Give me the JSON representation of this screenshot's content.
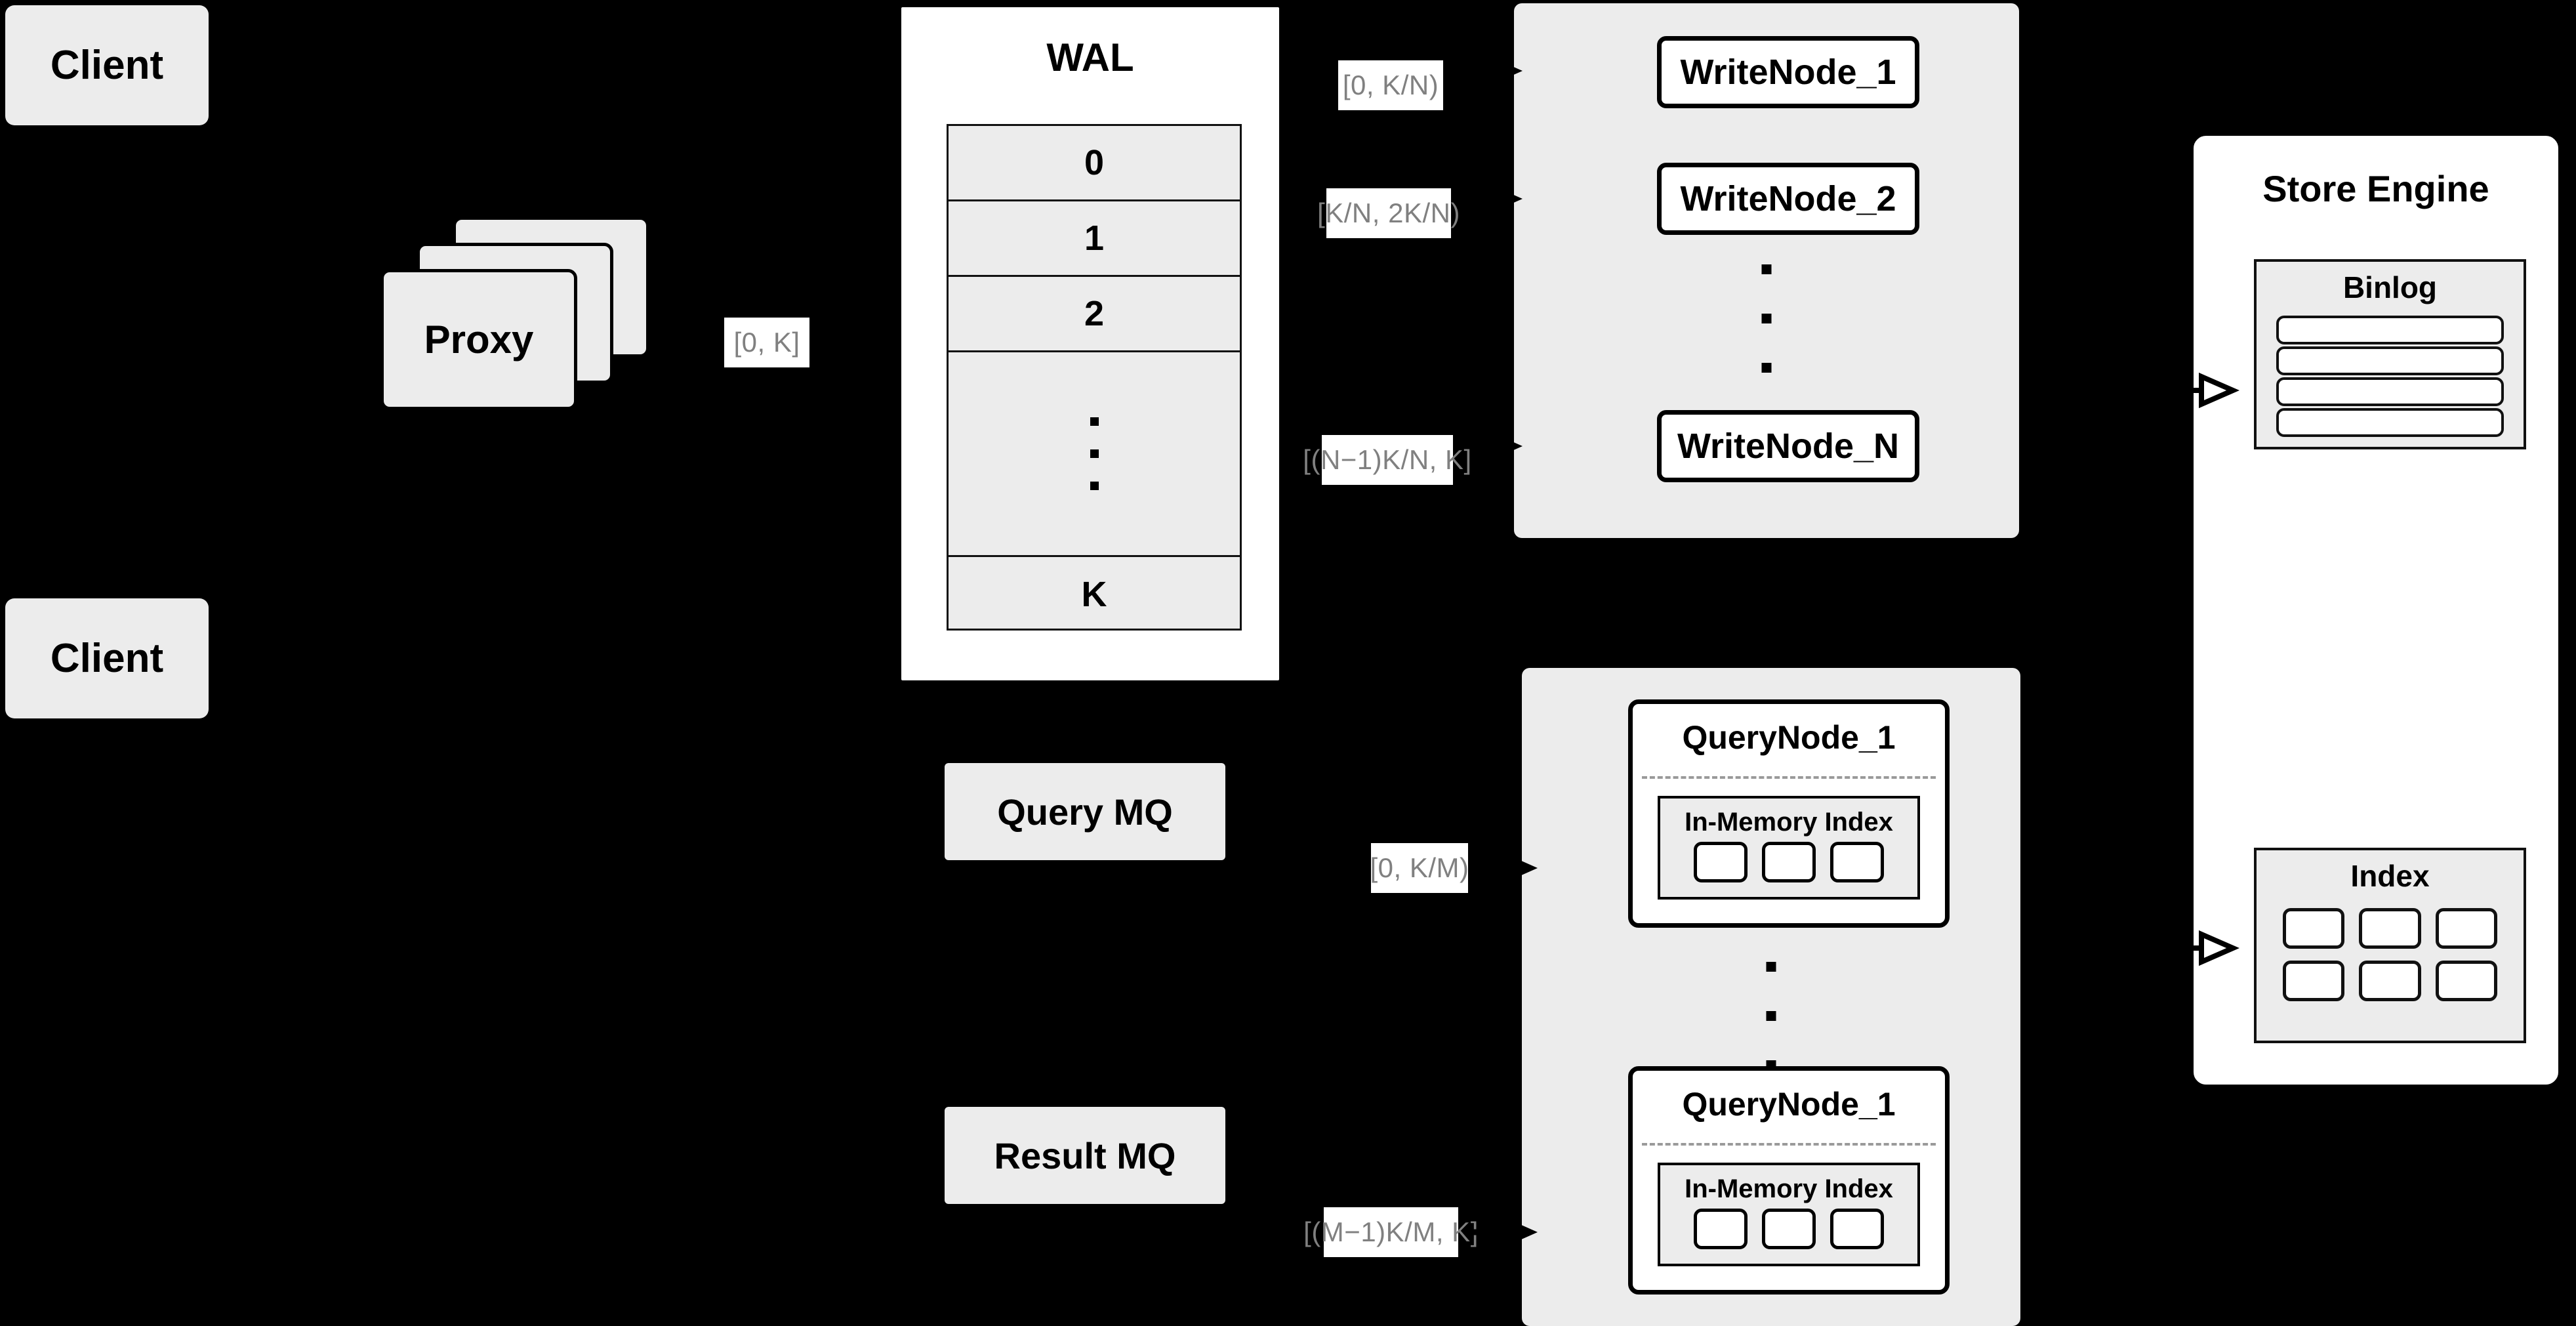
{
  "diagram": {
    "title": "Distributed Write/Query Architecture",
    "colors": {
      "background": "#000000",
      "surface_gray": "#ECECEC",
      "surface_white": "#FFFFFF",
      "stroke": "#000000",
      "label_text": "#808080",
      "divider_dashed": "#9A9A9A"
    }
  },
  "clients": [
    {
      "label": "Client"
    },
    {
      "label": "Client"
    }
  ],
  "proxy": {
    "label": "Proxy",
    "stack_count": 3,
    "out_range_label": "[0, K]"
  },
  "wal": {
    "title": "WAL",
    "rows": [
      "0",
      "1",
      "2"
    ],
    "ellipsis_dots": 3,
    "last_row": "K"
  },
  "write_cluster": {
    "nodes": [
      {
        "label": "WriteNode_1",
        "range_label": "[0,  K/N)"
      },
      {
        "label": "WriteNode_2",
        "range_label": "[K/N, 2K/N)"
      },
      {
        "label": "WriteNode_N",
        "range_label": "[(N−1)K/N,  K]"
      }
    ],
    "ellipsis_dots": 3
  },
  "query_cluster": {
    "nodes": [
      {
        "label": "QueryNode_1",
        "range_label": "[0, K/M)",
        "inmemory_index": {
          "title": "In-Memory Index",
          "cells": 3
        }
      },
      {
        "label": "QueryNode_1",
        "range_label": "[(M−1)K/M, K]",
        "inmemory_index": {
          "title": "In-Memory Index",
          "cells": 3
        }
      }
    ],
    "ellipsis_dots": 3
  },
  "message_queues": [
    {
      "label": "Query MQ"
    },
    {
      "label": "Result MQ"
    }
  ],
  "store_engine": {
    "title": "Store Engine",
    "binlog": {
      "title": "Binlog",
      "rows": 4
    },
    "index": {
      "title": "Index",
      "cells": 6
    }
  }
}
